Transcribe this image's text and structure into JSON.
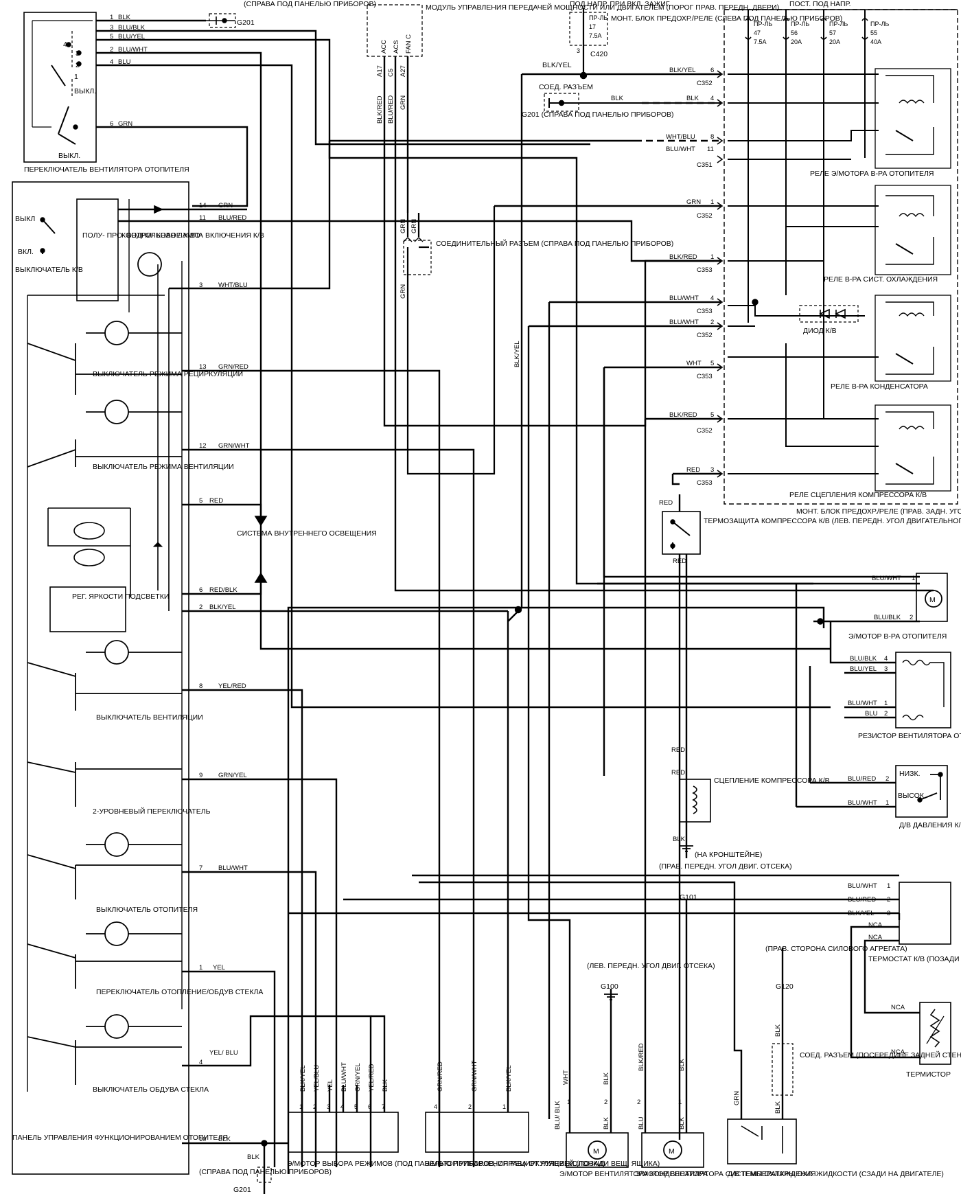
{
  "header": {
    "ignition_feed": "ПОД НАПР. ПРИ ВКЛ. ЗАЖИГ.",
    "const_feed": "ПОСТ. ПОД НАПР."
  },
  "fuses": [
    {
      "id": "f17",
      "name": "ПР-ЛЬ",
      "num": "17",
      "amp": "7.5A"
    },
    {
      "id": "f47",
      "name": "ПР-ЛЬ",
      "num": "47",
      "amp": "7.5A"
    },
    {
      "id": "f56",
      "name": "ПР-ЛЬ",
      "num": "56",
      "amp": "20A"
    },
    {
      "id": "f57",
      "name": "ПР-ЛЬ",
      "num": "57",
      "amp": "20A"
    },
    {
      "id": "f55",
      "name": "ПР-ЛЬ",
      "num": "55",
      "amp": "40A"
    }
  ],
  "fuse_block_left": "МОНТ. БЛОК ПРЕДОХР./РЕЛЕ (СЛЕВА ПОД ПАНЕЛЬЮ ПРИБОРОВ)",
  "fuse_block_right": "МОНТ. БЛОК ПРЕДОХР./РЕЛЕ (ПРАВ. ЗАДН. УГОЛ ДВИГ. ОТСЕКА)",
  "pcm": {
    "title": "МОДУЛЬ УПРАВЛЕНИЯ ПЕРЕДАЧЕЙ МОЩНОСТИ ИЛИ ДВИГАТЕЛЕМ (ПОРОГ ПРАВ. ПЕРЕДН. ДВЕРИ)",
    "pins": [
      "A17",
      "C5",
      "A27"
    ],
    "names": [
      "ACC",
      "ACS",
      "FAN C"
    ]
  },
  "blower_switch": {
    "title": "ПЕРЕКЛЮЧАТЕЛЬ ВЕНТИЛЯТОРА ОТОПИТЕЛЯ",
    "off1": "ВЫКЛ.",
    "off2": "ВЫКЛ.",
    "wires": [
      {
        "pin": "1",
        "color": "BLK"
      },
      {
        "pin": "3",
        "color": "BLU/BLK"
      },
      {
        "pin": "5",
        "color": "BLU/YEL"
      },
      {
        "pin": "2",
        "color": "BLU/WHT"
      },
      {
        "pin": "4",
        "color": "BLU"
      },
      {
        "pin": "6",
        "color": "GRN"
      }
    ]
  },
  "ground_g201_top": "(СПРАВА ПОД ПАНЕЛЬЮ ПРИБОРОВ)",
  "ground_g201_id": "G201",
  "connector_c420": "C420",
  "conn_razem": "СОЕД. РАЗЪЕМ",
  "ground_g201_mid": "G201 (СПРАВА ПОД ПАНЕЛЬЮ ПРИБОРОВ)",
  "relay_block_wires": [
    {
      "color": "BLK/YEL",
      "pin": "6",
      "conn": "C352"
    },
    {
      "color": "BLK",
      "pin": "4",
      "conn": ""
    },
    {
      "color": "WHT/BLU",
      "pin": "8",
      "conn": ""
    },
    {
      "color": "BLU/WHT",
      "pin": "11",
      "conn": "C351"
    },
    {
      "color": "GRN",
      "pin": "1",
      "conn": "C352"
    },
    {
      "color": "BLK/RED",
      "pin": "1",
      "conn": "C353"
    },
    {
      "color": "BLU/WHT",
      "pin": "4",
      "conn": "C353"
    },
    {
      "color": "BLU/WHT",
      "pin": "2",
      "conn": "C352"
    },
    {
      "color": "WHT",
      "pin": "5",
      "conn": "C353"
    },
    {
      "color": "BLK/RED",
      "pin": "5",
      "conn": "C352"
    },
    {
      "color": "RED",
      "pin": "3",
      "conn": "C353"
    }
  ],
  "relays": [
    "РЕЛЕ Э/МОТОРА В-РА ОТОПИТЕЛЯ",
    "РЕЛЕ В-РА СИСТ. ОХЛАЖДЕНИЯ",
    "РЕЛЕ В-РА КОНДЕНСАТОРА",
    "РЕЛЕ СЦЕПЛЕНИЯ КОМПРЕССОРА К/В"
  ],
  "diode_ac": "ДИОД К/В",
  "mid_connector": "СОЕДИНИТЕЛЬНЫЙ РАЗЪЕМ (СПРАВА ПОД ПАНЕЛЬЮ ПРИБОРОВ)",
  "vertical_wires": {
    "a17": "BLK/RED",
    "c5": "BLU/RED",
    "a27": "GRN",
    "grn1": "GRN",
    "grn2": "GRN",
    "grn3": "GRN",
    "blkyel": "BLK/YEL"
  },
  "control_panel": {
    "title": "ПАНЕЛЬ УПРАВЛЕНИЯ ФУНКЦИОНИРОВАНИЕМ ОТОПИТЕЛЯ",
    "semiconductor": "ПОЛУ- ПРО- ВОДНИ- КОВОЕ У-ВО",
    "indicator": "КОНТРОЛЬНАЯ ЛАМПА ВКЛЮЧЕНИЯ К/В",
    "ac_off": "ВЫКЛ",
    "ac_on": "ВКЛ.",
    "ac_switch": "ВЫКЛЮЧАТЕЛЬ К/В",
    "recirc": "ВЫКЛЮЧАТЕЛЬ РЕЖИМА РЕЦИРКУЛЯЦИИ",
    "vent_mode": "ВЫКЛЮЧАТЕЛЬ РЕЖИМА ВЕНТИЛЯЦИИ",
    "dimmer": "РЕГ. ЯРКОСТИ ПОДСВЕТКИ",
    "vent": "ВЫКЛЮЧАТЕЛЬ ВЕНТИЛЯЦИИ",
    "bilevel": "2-УРОВНЕВЫЙ ПЕРЕКЛЮЧАТЕЛЬ",
    "heater": "ВЫКЛЮЧАТЕЛЬ ОТОПИТЕЛЯ",
    "heatdef": "ПЕРЕКЛЮЧАТЕЛЬ ОТОПЛЕНИЕ/ОБДУВ СТЕКЛА",
    "defrost": "ВЫКЛЮЧАТЕЛЬ ОБДУВА СТЕКЛА",
    "wires": [
      {
        "pin": "14",
        "color": "GRN"
      },
      {
        "pin": "11",
        "color": "BLU/RED"
      },
      {
        "pin": "3",
        "color": "WHT/BLU"
      },
      {
        "pin": "13",
        "color": "GRN/RED"
      },
      {
        "pin": "12",
        "color": "GRN/WHT"
      },
      {
        "pin": "5",
        "color": "RED"
      },
      {
        "pin": "6",
        "color": "RED/BLK"
      },
      {
        "pin": "2",
        "color": "BLK/YEL"
      },
      {
        "pin": "8",
        "color": "YEL/RED"
      },
      {
        "pin": "9",
        "color": "GRN/YEL"
      },
      {
        "pin": "7",
        "color": "BLU/WHT"
      },
      {
        "pin": "1",
        "color": "YEL"
      },
      {
        "pin": "4",
        "color": "YEL/ BLU"
      },
      {
        "pin": "10",
        "color": "BLK"
      }
    ]
  },
  "interior_lights": "СИСТЕМА ВНУТРЕННЕГО ОСВЕЩЕНИЯ",
  "thermo_protect": {
    "title": "ТЕРМОЗАЩИТА КОМПРЕССОРА К/В (ЛЕВ. ПЕРЕДН. УГОЛ ДВИГАТЕЛЬНОГО ОТСЕКА)",
    "wire_top": "RED",
    "wire_bottom": "RED"
  },
  "blower_motor": {
    "title": "Э/МОТОР В-РА ОТОПИТЕЛЯ",
    "w1": "BLU/WHT",
    "p1": "1",
    "w2": "BLU/BLK",
    "p2": "2"
  },
  "blower_resistor": {
    "title": "РЕЗИСТОР ВЕНТИЛЯТОРА ОТОПИТЕЛЯ (ПОЗАДИ ВЕЩ. ЯЩИКА)",
    "wires": [
      {
        "color": "BLU/BLK",
        "pin": "4"
      },
      {
        "color": "BLU/YEL",
        "pin": "3"
      },
      {
        "color": "BLU/WHT",
        "pin": "1"
      },
      {
        "color": "BLU",
        "pin": "2"
      }
    ]
  },
  "clutch": {
    "title": "СЦЕПЛЕНИЕ КОМПРЕССОРА К/В",
    "wire_top": "RED",
    "wire_in": "RED",
    "wire_bottom": "BLK",
    "ground": "(НА КРОНШТЕЙНЕ)"
  },
  "pressure_switch": {
    "title": "Д/В ДАВЛЕНИЯ К/В (ЛЕВ. ПЕРЕДН. УГОЛ ДВИГ. ОТСЕКА)",
    "low": "НИЗК.",
    "high": "ВЫСОК.",
    "w1": "BLU/RED",
    "p1": "2",
    "w2": "BLU/WHT",
    "p2": "1"
  },
  "thermostat": {
    "title": "ТЕРМОСТАТ К/В (ПОЗАДИ ВЕЩ. ЯЩИКА)",
    "wires": [
      {
        "color": "BLU/WHT",
        "pin": "1"
      },
      {
        "color": "BLU/RED",
        "pin": "2"
      },
      {
        "color": "BLK/YEL",
        "pin": "3"
      }
    ],
    "nca": "NCA"
  },
  "thermistor": "ТЕРМИСТОР",
  "ground_g100": {
    "loc": "(ЛЕВ. ПЕРЕДН. УГОЛ ДВИГ. ОТСЕКА)",
    "id": "G100"
  },
  "ground_g101": {
    "loc": "(ПРАВ. ПЕРЕДН. УГОЛ ДВИГ. ОТСЕКА)",
    "id": "G101"
  },
  "ground_g120": {
    "loc": "(ПРАВ. СТОРОНА СИЛОВОГО АГРЕГАТА)",
    "id": "G120"
  },
  "conn_engine": "СОЕД. РАЗЪЕМ (ПОСЕРЕДИНЕ ЗАДНЕЙ СТЕНКИ СИЛОВОГО АГРЕГАТА)",
  "mode_motor": {
    "title": "Э/МОТОР ВЫБОРА РЕЖИМОВ (ПОД ПАНЕЛЬЮ ПРИБОРОВ, СПРАВА ОТ РУЛЕВ. КОЛОНКИ)",
    "wires": [
      {
        "color": "BLK/YEL",
        "pin": "1"
      },
      {
        "color": "YEL/BLU",
        "pin": "2"
      },
      {
        "color": "YEL",
        "pin": "3"
      },
      {
        "color": "BLU/WHT",
        "pin": "4"
      },
      {
        "color": "GRN/YEL",
        "pin": "5"
      },
      {
        "color": "YEL/RED",
        "pin": "6"
      },
      {
        "color": "BLK",
        "pin": "7"
      }
    ]
  },
  "recirc_motor": {
    "title": "Э/МОТОР УПРАВЛЕНИЯ РЕЦИРКУЛЯЦИЕЙ (ПОЗАДИ ВЕЩ. ЯЩИКА)",
    "wires": [
      {
        "color": "GRN/RED",
        "pin": "4"
      },
      {
        "color": "GRN/WHT",
        "pin": "2"
      },
      {
        "color": "BLK/YEL",
        "pin": "1"
      }
    ]
  },
  "condenser_fan": {
    "title": "Э/МОТОР ВЕНТИЛЯТОРА КОНДЕНСАТОРА",
    "w_top1": "WHT",
    "p1": "1",
    "w_top2": "BLK",
    "p2": "2",
    "w_bot1": "BLU/ BLK",
    "w_bot2": "BLK"
  },
  "cooling_fan": {
    "title": "Э/МОТОР ВЕНТИЛЯТОРА СИСТЕМЫ ОХЛАЖДЕНИЯ",
    "w_top1": "BLK/RED",
    "p1": "2",
    "w_top2": "BLK",
    "p2": "1",
    "w_bot1": "BLU",
    "w_bot2": "BLK"
  },
  "coolant_sensor": {
    "title": "Д/В ТЕМПЕРАТУРЫ ОХЛ. ЖИДКОСТИ (СЗАДИ НА ДВИГАТЕЛЕ)",
    "w1": "GRN",
    "w2": "BLK",
    "w3": "BLK"
  },
  "ground_g201_bottom": "(СПРАВА ПОД ПАНЕЛЬЮ ПРИБОРОВ)",
  "blk_bottom": "BLK"
}
